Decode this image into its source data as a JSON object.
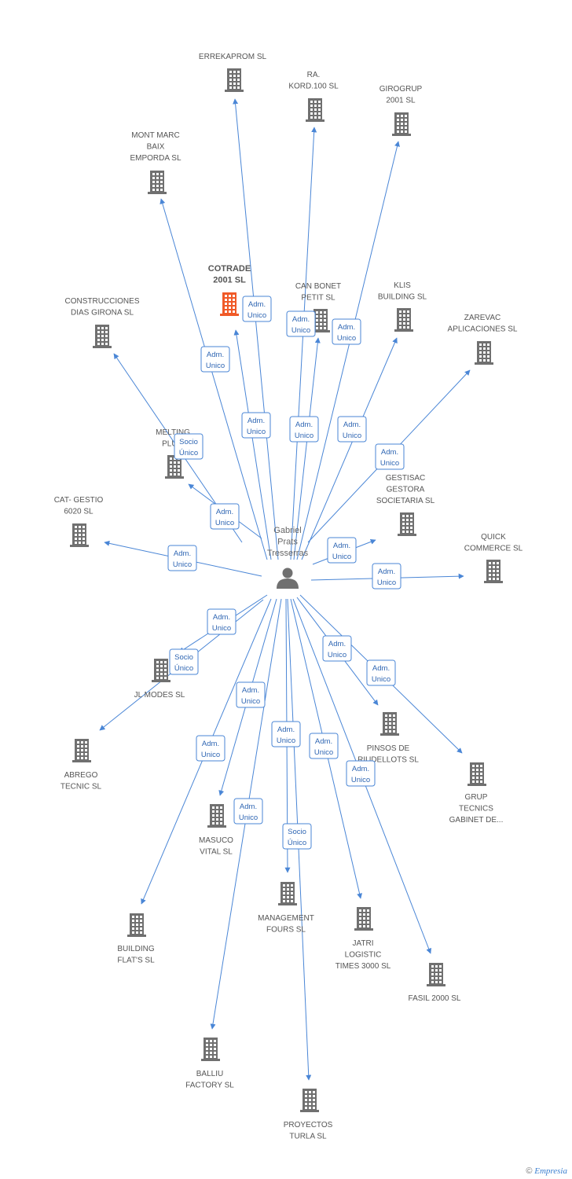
{
  "diagram": {
    "center": {
      "id": "gabriel",
      "label": [
        "Gabriel",
        "Prats",
        "Tresserras"
      ],
      "icon": "person-icon"
    },
    "nodes": [
      {
        "id": "errekaprom",
        "label": [
          "ERREKAPROM SL"
        ],
        "icon": "building-icon"
      },
      {
        "id": "ra-kord",
        "label": [
          "RA.",
          "KORD.100 SL"
        ],
        "icon": "building-icon"
      },
      {
        "id": "girogrup",
        "label": [
          "GIROGRUP",
          "2001 SL"
        ],
        "icon": "building-icon"
      },
      {
        "id": "mont-marc",
        "label": [
          "MONT MARC",
          "BAIX",
          "EMPORDA SL"
        ],
        "icon": "building-icon"
      },
      {
        "id": "cotrade",
        "label": [
          "COTRADE",
          "2001 SL"
        ],
        "icon": "building-icon",
        "highlight": true
      },
      {
        "id": "can-bonet",
        "label": [
          "CAN BONET",
          "PETIT SL"
        ],
        "icon": "building-icon"
      },
      {
        "id": "klis",
        "label": [
          "KLIS",
          "BUILDING SL"
        ],
        "icon": "building-icon"
      },
      {
        "id": "construcciones",
        "label": [
          "CONSTRUCCIONES",
          "DIAS GIRONA SL"
        ],
        "icon": "building-icon"
      },
      {
        "id": "zarevac",
        "label": [
          "ZAREVAC",
          "APLICACIONES SL"
        ],
        "icon": "building-icon"
      },
      {
        "id": "melting",
        "label": [
          "MELTING",
          "PLU..."
        ],
        "icon": "building-icon"
      },
      {
        "id": "gestisac",
        "label": [
          "GESTISAC",
          "GESTORA",
          "SOCIETARIA SL"
        ],
        "icon": "building-icon"
      },
      {
        "id": "cat-gestio",
        "label": [
          "CAT- GESTIO",
          "6020 SL"
        ],
        "icon": "building-icon"
      },
      {
        "id": "quick",
        "label": [
          "QUICK",
          "COMMERCE SL"
        ],
        "icon": "building-icon"
      },
      {
        "id": "jl-modes",
        "label": [
          "JL MODES  SL"
        ],
        "icon": "building-icon"
      },
      {
        "id": "pinsos",
        "label": [
          "PINSOS DE",
          "RIUDELLOTS SL"
        ],
        "icon": "building-icon"
      },
      {
        "id": "grup-tecnics",
        "label": [
          "GRUP",
          "TECNICS",
          "GABINET DE..."
        ],
        "icon": "building-icon"
      },
      {
        "id": "abrego",
        "label": [
          "ABREGO",
          "TECNIC SL"
        ],
        "icon": "building-icon"
      },
      {
        "id": "masuco",
        "label": [
          "MASUCO",
          "VITAL SL"
        ],
        "icon": "building-icon"
      },
      {
        "id": "management",
        "label": [
          "MANAGEMENT",
          "FOURS SL"
        ],
        "icon": "building-icon"
      },
      {
        "id": "jatri",
        "label": [
          "JATRI",
          "LOGISTIC",
          "TIMES 3000  SL"
        ],
        "icon": "building-icon"
      },
      {
        "id": "building-flats",
        "label": [
          "BUILDING",
          "FLAT'S SL"
        ],
        "icon": "building-icon"
      },
      {
        "id": "fasil",
        "label": [
          "FASIL 2000 SL"
        ],
        "icon": "building-icon"
      },
      {
        "id": "balliu",
        "label": [
          "BALLIU",
          "FACTORY SL"
        ],
        "icon": "building-icon"
      },
      {
        "id": "proyectos",
        "label": [
          "PROYECTOS",
          "TURLA SL"
        ],
        "icon": "building-icon"
      }
    ],
    "edges": [
      {
        "to": "errekaprom",
        "label": [
          "Adm.",
          "Unico"
        ]
      },
      {
        "to": "ra-kord",
        "label": [
          "Adm.",
          "Unico"
        ]
      },
      {
        "to": "girogrup",
        "label": [
          "Adm.",
          "Unico"
        ]
      },
      {
        "to": "mont-marc",
        "label": [
          "Adm.",
          "Unico"
        ]
      },
      {
        "to": "cotrade",
        "label": [
          "Adm.",
          "Unico"
        ]
      },
      {
        "to": "can-bonet",
        "label": [
          "Adm.",
          "Unico"
        ]
      },
      {
        "to": "klis",
        "label": [
          "Adm.",
          "Unico"
        ]
      },
      {
        "to": "construcciones",
        "label": [
          "Socio",
          "Único"
        ]
      },
      {
        "to": "zarevac",
        "label": [
          "Adm.",
          "Unico"
        ]
      },
      {
        "to": "melting",
        "label": [
          "Adm.",
          "Unico"
        ]
      },
      {
        "to": "gestisac",
        "label": [
          "Adm.",
          "Unico"
        ]
      },
      {
        "to": "cat-gestio",
        "label": [
          "Adm.",
          "Unico"
        ]
      },
      {
        "to": "quick",
        "label": [
          "Adm.",
          "Unico"
        ]
      },
      {
        "to": "jl-modes",
        "label": [
          "Adm.",
          "Unico"
        ]
      },
      {
        "to": "abrego",
        "label": [
          "Socio",
          "Único"
        ]
      },
      {
        "to": "pinsos",
        "label": [
          "Adm.",
          "Unico"
        ]
      },
      {
        "to": "grup-tecnics",
        "label": [
          "Adm.",
          "Unico"
        ]
      },
      {
        "to": "masuco",
        "label": [
          "Adm.",
          "Unico"
        ]
      },
      {
        "to": "building-flats",
        "label": [
          "Adm.",
          "Unico"
        ]
      },
      {
        "to": "management",
        "label": [
          "Adm.",
          "Unico"
        ]
      },
      {
        "to": "jatri",
        "label": [
          "Adm.",
          "Unico"
        ]
      },
      {
        "to": "fasil",
        "label": [
          "Adm.",
          "Unico"
        ]
      },
      {
        "to": "balliu",
        "label": [
          "Adm.",
          "Unico"
        ]
      },
      {
        "to": "proyectos",
        "label": [
          "Socio",
          "Único"
        ]
      },
      {
        "to": "cotrade",
        "label": [
          "Adm.",
          "Unico"
        ],
        "second": true
      },
      {
        "to": "can-bonet",
        "label": [
          "Adm.",
          "Unico"
        ],
        "second": true
      }
    ]
  },
  "colors": {
    "edge": "#4a86d6",
    "building": "#707070",
    "highlight": "#f05a28",
    "person": "#707070"
  },
  "footer": {
    "copyright": "©",
    "brand": "Empresia"
  }
}
